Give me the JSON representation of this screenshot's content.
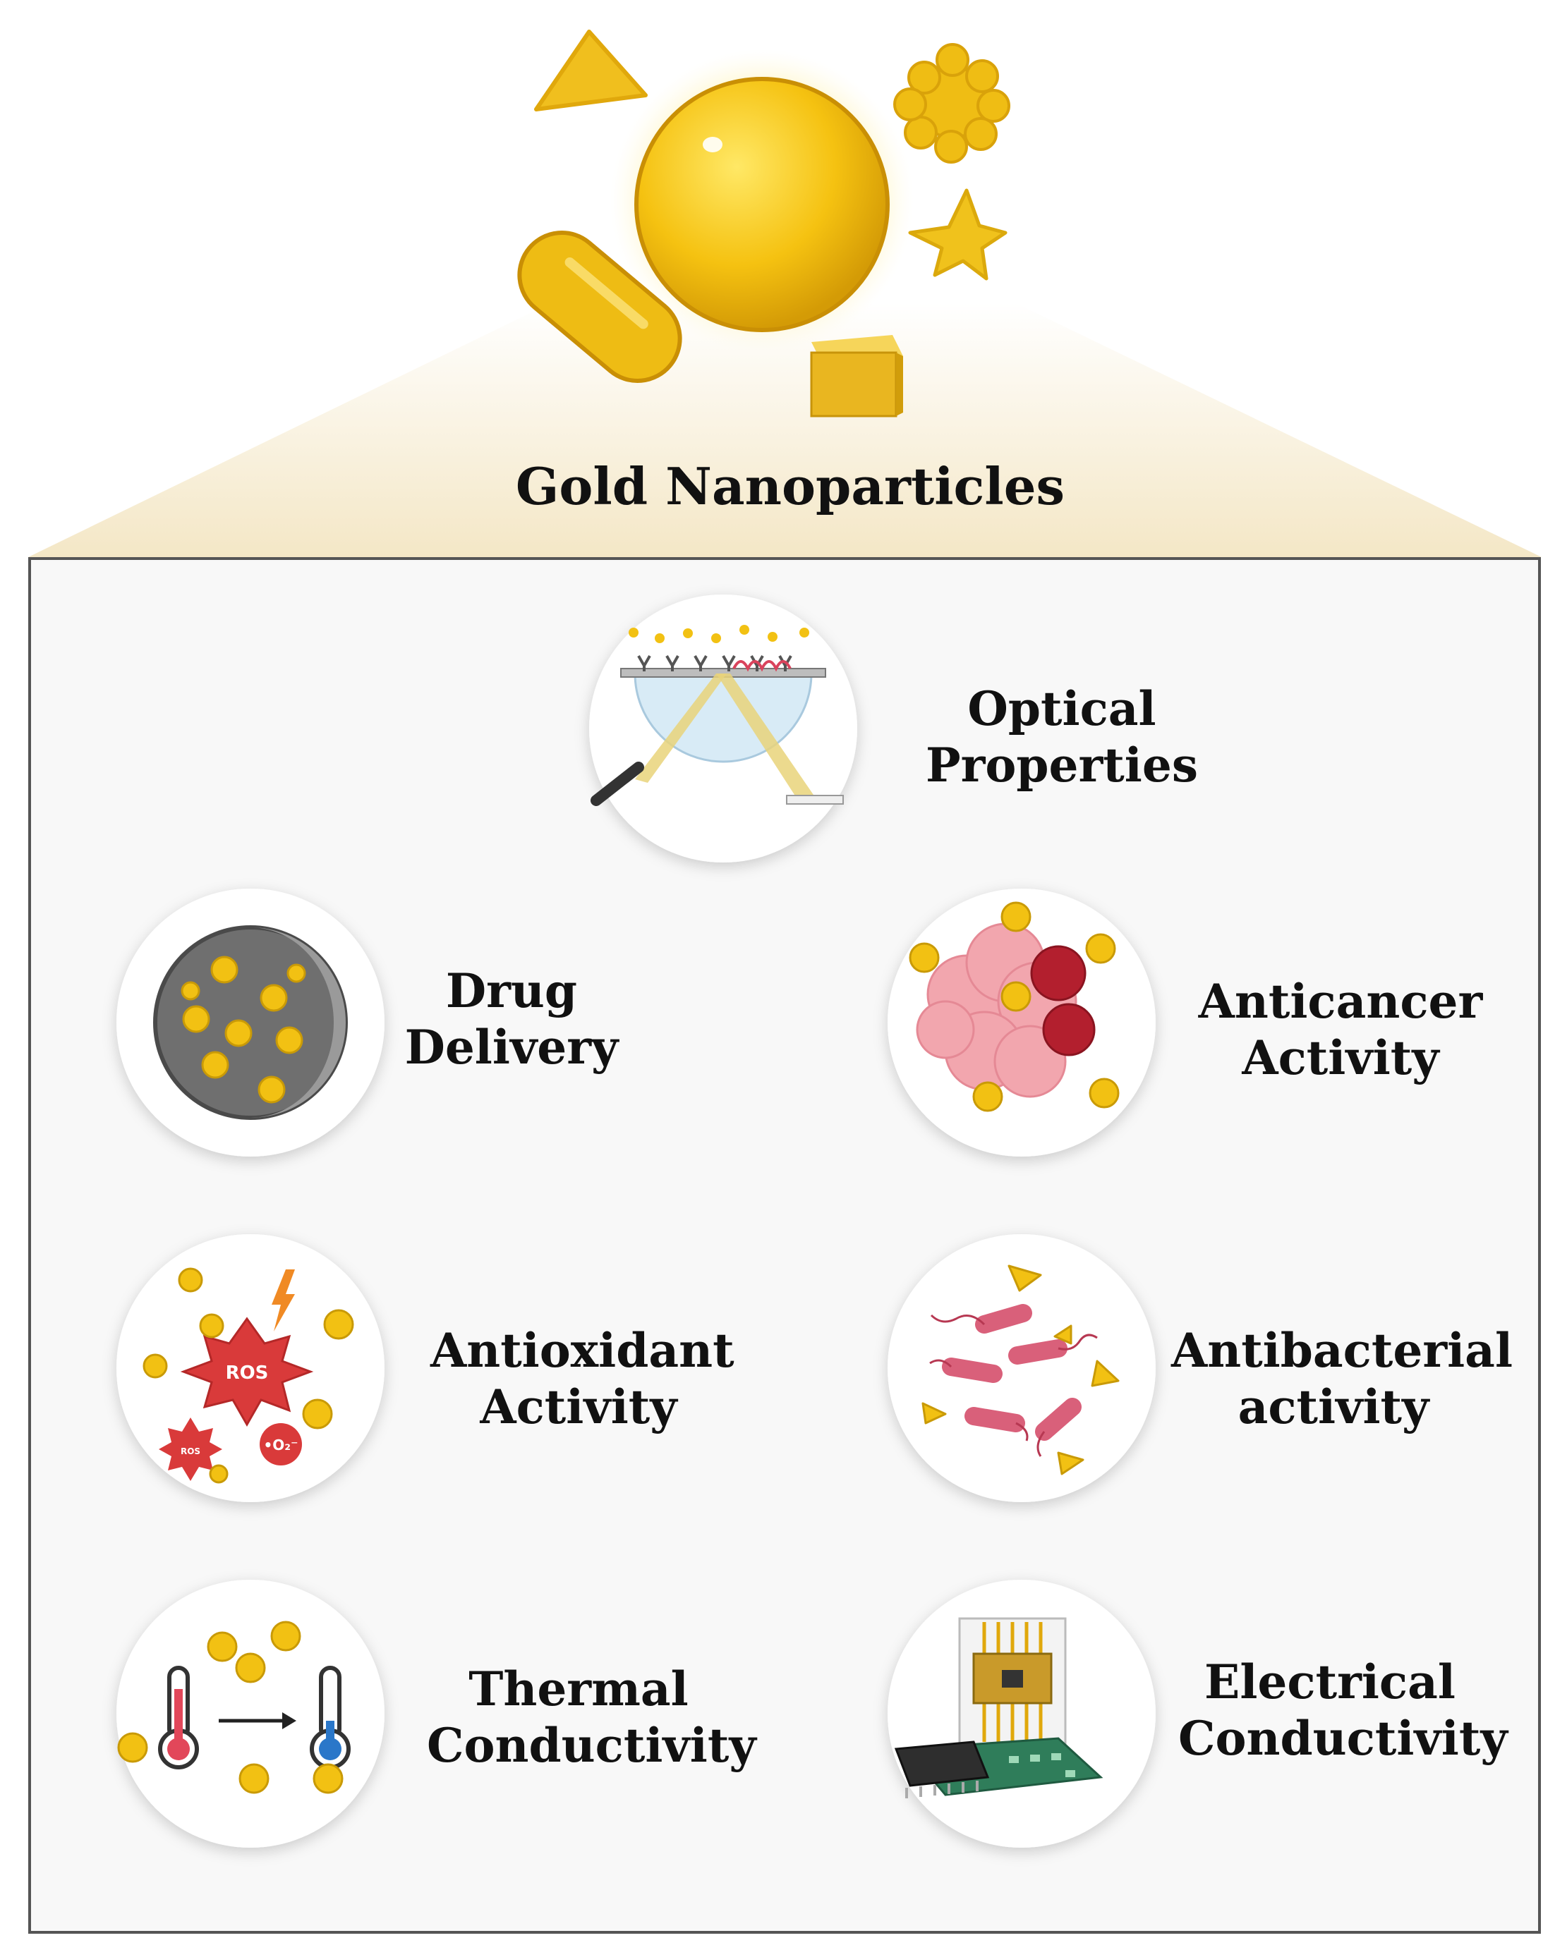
{
  "title": "Gold  Nanoparticles",
  "colors": {
    "gold": "#f2c113",
    "gold_dark": "#d9a40a",
    "panel_bg": "#f8f8f8",
    "panel_border": "#555555",
    "beam": "#f6ecd3",
    "ros_red": "#d93a3a",
    "bacteria_pink": "#d9607a"
  },
  "properties": [
    {
      "id": "optical",
      "line1": "Optical",
      "line2": "Properties",
      "icon": "surface-plasmon-resonance-icon"
    },
    {
      "id": "drug",
      "line1": "Drug",
      "line2": "Delivery",
      "icon": "drug-carrier-icon"
    },
    {
      "id": "anticancer",
      "line1": "Anticancer",
      "line2": "Activity",
      "icon": "tumor-cells-icon"
    },
    {
      "id": "antioxidant",
      "line1": "Antioxidant",
      "line2": "Activity",
      "icon": "ros-scavenging-icon"
    },
    {
      "id": "antibacterial",
      "line1": "Antibacterial",
      "line2": "activity",
      "icon": "bacteria-icon"
    },
    {
      "id": "thermal",
      "line1": "Thermal",
      "line2": "Conductivity",
      "icon": "thermometer-transfer-icon"
    },
    {
      "id": "electrical",
      "line1": "Electrical",
      "line2": "Conductivity",
      "icon": "microchip-icon"
    }
  ],
  "ros": {
    "big": "ROS",
    "small": "ROS",
    "superoxide": "•O₂⁻"
  }
}
